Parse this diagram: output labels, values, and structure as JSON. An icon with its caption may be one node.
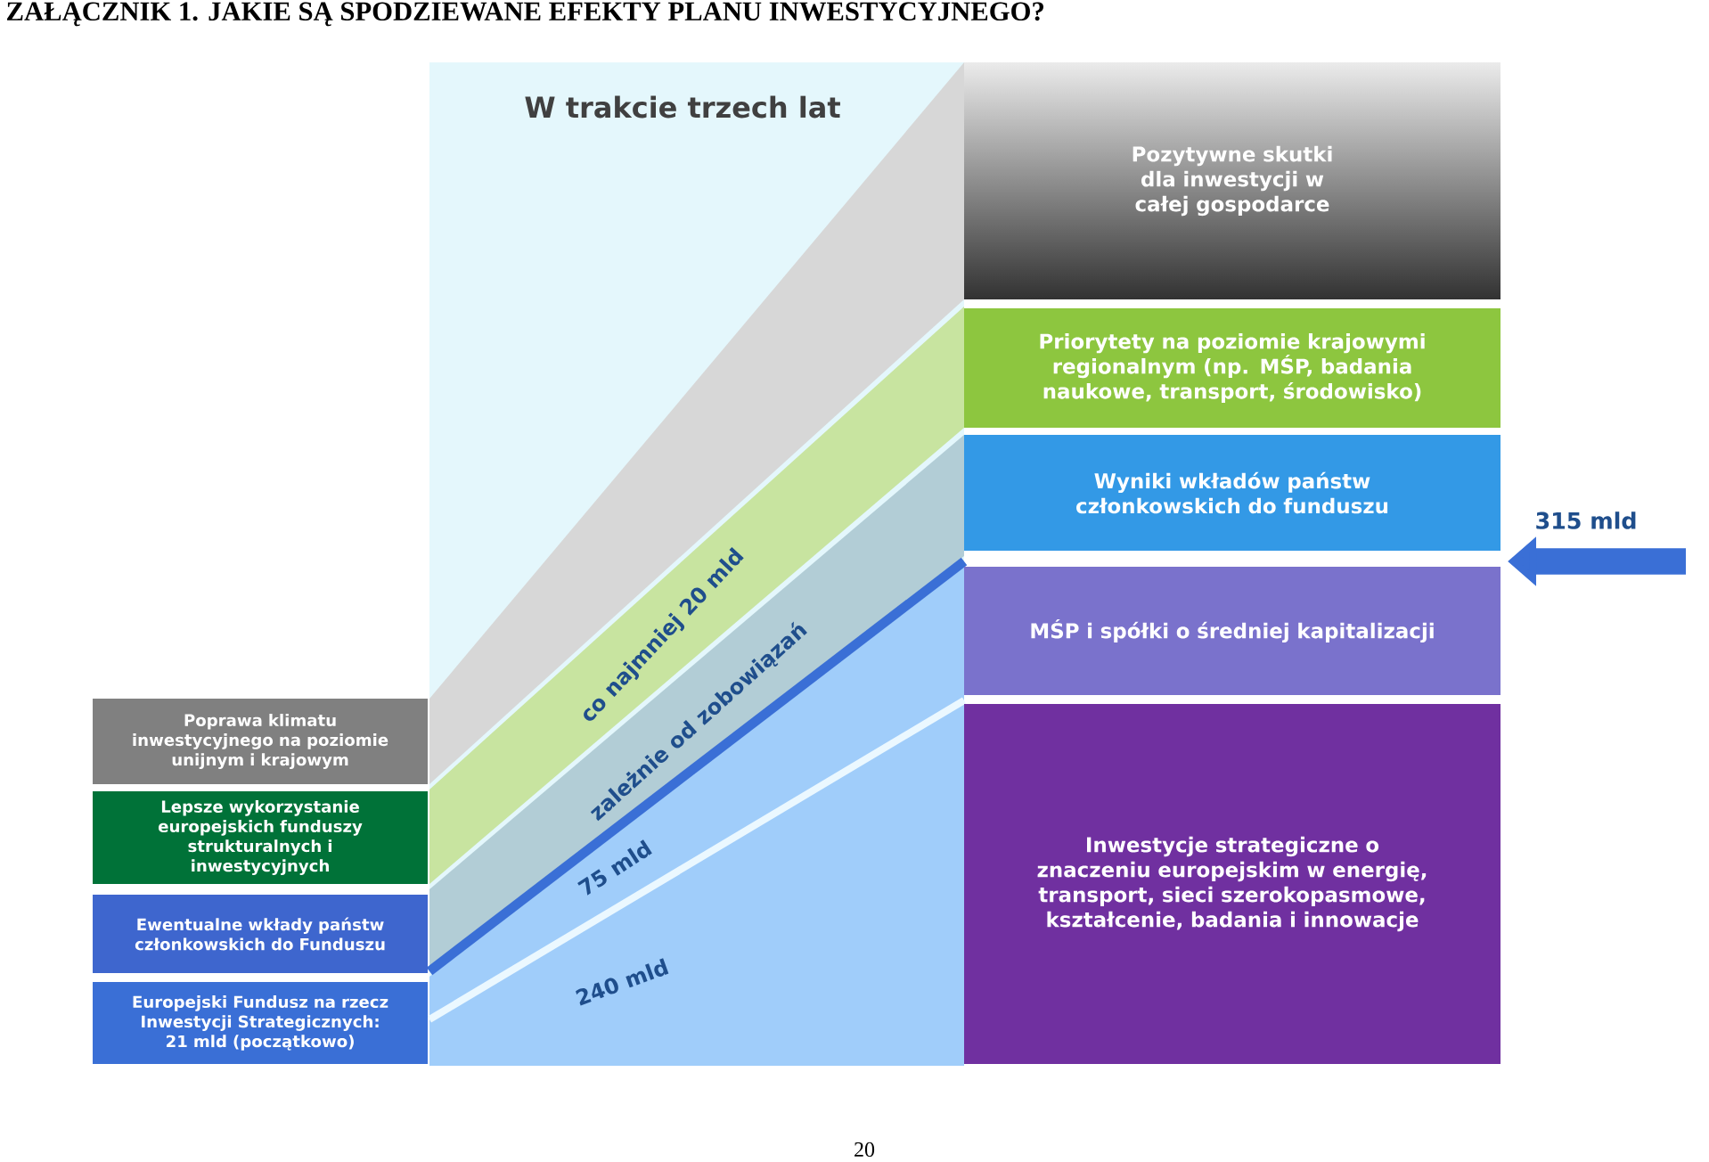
{
  "diagram": {
    "title": "ZAŁĄCZNIK 1. JAKIE SĄ SPODZIEWANE EFEKTY PLANU INWESTYCYJNEGO?",
    "nodes": [
      {
        "text": [
          "Poprawa klimatu inwestycyjnego na poziomie unijnym i krajowym"
        ]
      },
      {
        "text": [
          "Lepsze wykorzystanie europejskich funduszy strukturalnych i inwestycyjnych"
        ]
      },
      {
        "text": [
          "Ewentualne wkłady państw członkowskich do Funduszu"
        ]
      },
      {
        "text": [
          "Europejski Fundusz na rzecz Inwestycji Strategicznych: 21 mld (początkowo)"
        ]
      },
      {
        "text": [
          "Pozytywne skutki dla inwestycji w całej gospodarce"
        ]
      },
      {
        "text": [
          "Priorytety na poziomie krajowymi regionalnym (np. MŚP, badania naukowe, transport, środowisko)"
        ]
      },
      {
        "text": [
          "Wyniki wkładów państw członkowskich do funduszu"
        ]
      },
      {
        "text": [
          "MŚP i spółki o średniej kapitalizacji"
        ]
      },
      {
        "text": [
          "Inwestycje strategiczne o znaczeniu europejskim w energię, transport, sieci szerokopasmowe, kształcenie, badania i innowacje"
        ]
      }
    ],
    "labels": [
      "W trakcie trzech lat",
      "315 mld",
      "co najmniej 20 mld",
      "zależnie od zobowiązań",
      "75 mld",
      "240 mld",
      "20"
    ]
  }
}
